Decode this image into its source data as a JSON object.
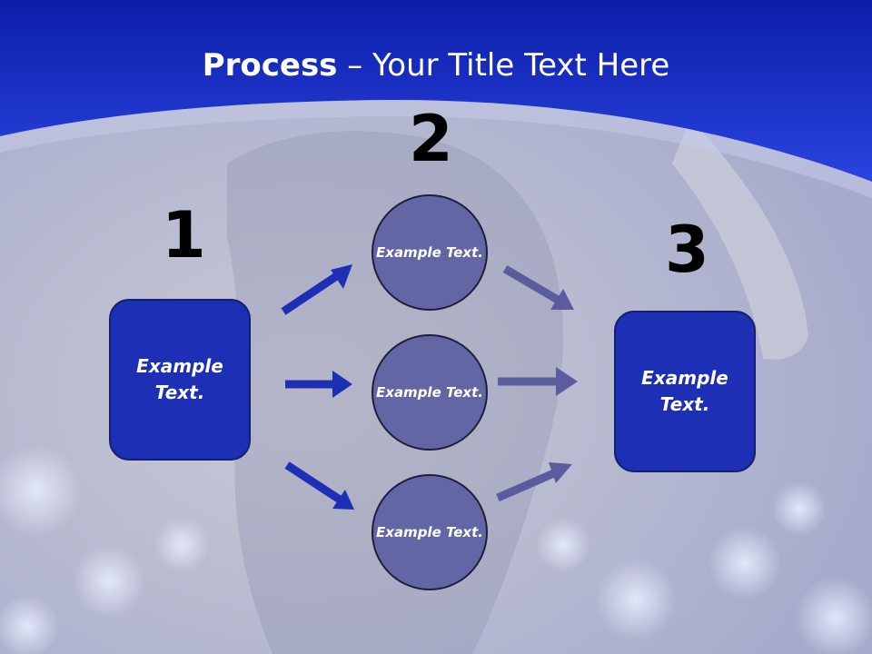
{
  "title": {
    "bold": "Process",
    "rest": " – Your Title Text Here"
  },
  "steps": [
    {
      "number": "1",
      "box_text": "Example Text."
    },
    {
      "number": "2",
      "circles": [
        "Example Text.",
        "Example Text.",
        "Example Text."
      ]
    },
    {
      "number": "3",
      "box_text": "Example Text."
    }
  ],
  "colors": {
    "header_blue": "#1e32c8",
    "box_blue": "#1c2fb5",
    "circle_purple": "#6366a4",
    "left_arrow": "#1c2fb5",
    "right_arrow": "#5a5c9e"
  }
}
